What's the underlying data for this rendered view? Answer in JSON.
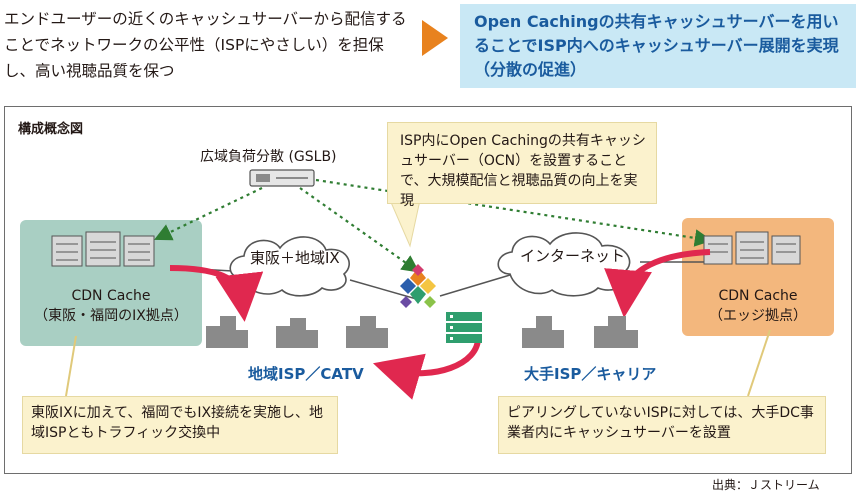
{
  "header": {
    "left_text": "エンドユーザーの近くのキャッシュサーバーから配信することでネットワークの公平性（ISPにやさしい）を担保し、高い視聴品質を保つ",
    "right_text": "Open Cachingの共有キャッシュサーバーを用いることでISP内へのキャッシュサーバー展開を実現（分散の促進）"
  },
  "diagram": {
    "title": "構成概念図",
    "gslb_label": "広域負荷分散 (GSLB)",
    "callout_center": "ISP内にOpen Cachingの共有キャッシュサーバー（OCN）を設置することで、大規模配信と視聴品質の向上を実現",
    "cdn_left": "CDN Cache\n（東阪・福岡のIX拠点）",
    "cdn_right": "CDN Cache\n（エッジ拠点）",
    "ix_cloud": "東阪＋地域IX",
    "internet_cloud": "インターネット",
    "isp_left": "地域ISP／CATV",
    "isp_right": "大手ISP／キャリア",
    "callout_left": "東阪IXに加えて、福岡でもIX接続を実施し、地域ISPともトラフィック交換中",
    "callout_right": "ピアリングしていないISPに対しては、大手DC事業者内にキャッシュサーバーを設置"
  },
  "source": "出典：Ｊストリーム",
  "colors": {
    "accent_orange": "#e8821e",
    "header_blue_bg": "#c9e8f5",
    "header_blue_text": "#1a5b9e",
    "cdn_left_bg": "#a9cfc3",
    "cdn_right_bg": "#f3b77d",
    "callout_bg": "#fbf2cd",
    "arrow_red": "#e0284f",
    "dotted_green": "#2f7d32"
  }
}
